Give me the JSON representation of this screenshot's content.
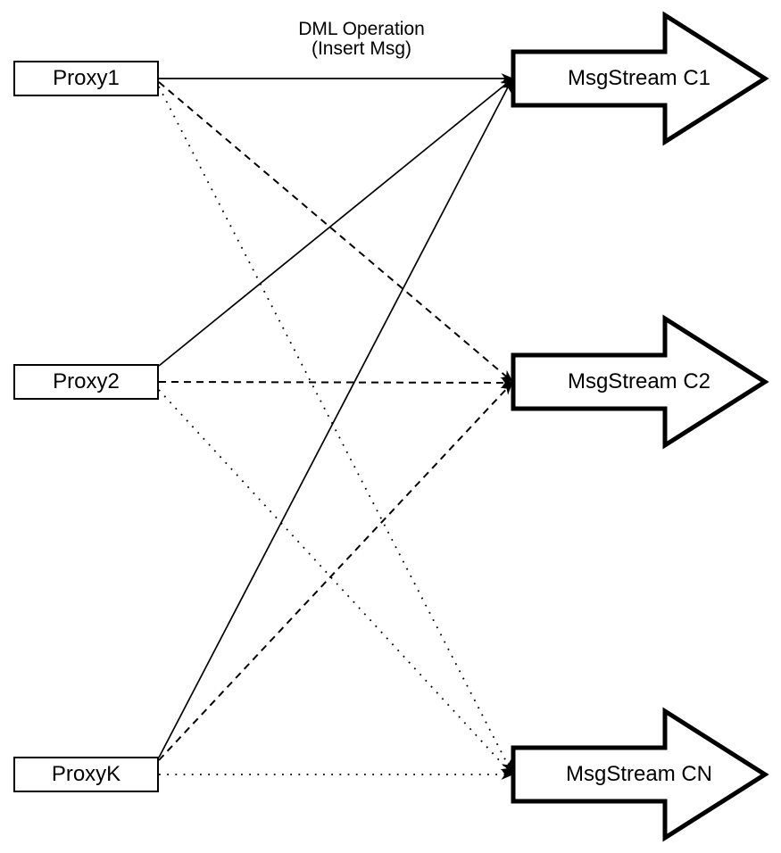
{
  "diagram": {
    "annotation": {
      "line1": "DML Operation",
      "line2": "(Insert Msg)"
    },
    "proxies": [
      {
        "id": "proxy1",
        "label": "Proxy1"
      },
      {
        "id": "proxy2",
        "label": "Proxy2"
      },
      {
        "id": "proxyk",
        "label": "ProxyK"
      }
    ],
    "streams": [
      {
        "id": "c1",
        "label": "MsgStream C1",
        "incoming_line_style": "solid"
      },
      {
        "id": "c2",
        "label": "MsgStream C2",
        "incoming_line_style": "dashed"
      },
      {
        "id": "cn",
        "label": "MsgStream CN",
        "incoming_line_style": "dotted"
      }
    ],
    "connections": [
      {
        "from": "proxy1",
        "to": "c1",
        "style": "solid"
      },
      {
        "from": "proxy1",
        "to": "c2",
        "style": "dashed"
      },
      {
        "from": "proxy1",
        "to": "cn",
        "style": "dotted"
      },
      {
        "from": "proxy2",
        "to": "c1",
        "style": "solid"
      },
      {
        "from": "proxy2",
        "to": "c2",
        "style": "dashed"
      },
      {
        "from": "proxy2",
        "to": "cn",
        "style": "dotted"
      },
      {
        "from": "proxyk",
        "to": "c1",
        "style": "solid"
      },
      {
        "from": "proxyk",
        "to": "c2",
        "style": "dashed"
      },
      {
        "from": "proxyk",
        "to": "cn",
        "style": "dotted"
      }
    ],
    "colors": {
      "stroke": "#000000",
      "node_fill": "#ffffff",
      "background": "#ffffff",
      "text": "#000000"
    }
  }
}
